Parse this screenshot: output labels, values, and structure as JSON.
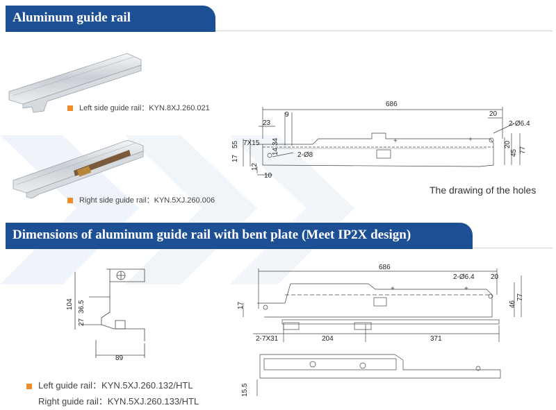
{
  "section1": {
    "title": "Aluminum guide rail",
    "left_rail_label": "Left side guide rail：KYN.8XJ.260.021",
    "right_rail_label": "Right side guide rail：KYN.5XJ.260.006",
    "holes_caption": "The drawing of the holes",
    "dims": {
      "overall": "686",
      "d20": "20",
      "d9": "9",
      "d23": "23",
      "hole_d": "2-Ø6.4",
      "hole_8": "2-Ø8",
      "d7x15": "7X15",
      "d55": "55",
      "d17": "17",
      "d34": "34",
      "d14": "14",
      "d12": "12",
      "d10": "10",
      "d20b": "20",
      "d45": "45",
      "d77": "77"
    }
  },
  "section2": {
    "title": "Dimensions of aluminum guide rail with bent plate (Meet IP2X design)",
    "left_label": "Left guide rail：KYN.5XJ.260.132/HTL",
    "right_label": "Right guide rail：KYN.5XJ.260.133/HTL",
    "dims": {
      "overall": "686",
      "hole_d": "2-Ø6.4",
      "d20": "20",
      "d17": "17",
      "slot": "2-7X31",
      "d204": "204",
      "d371": "371",
      "d46": "46",
      "d77": "77",
      "d104": "104",
      "d36_5": "36.5",
      "d27": "27",
      "d89": "89",
      "d15_5": "15.5"
    }
  }
}
